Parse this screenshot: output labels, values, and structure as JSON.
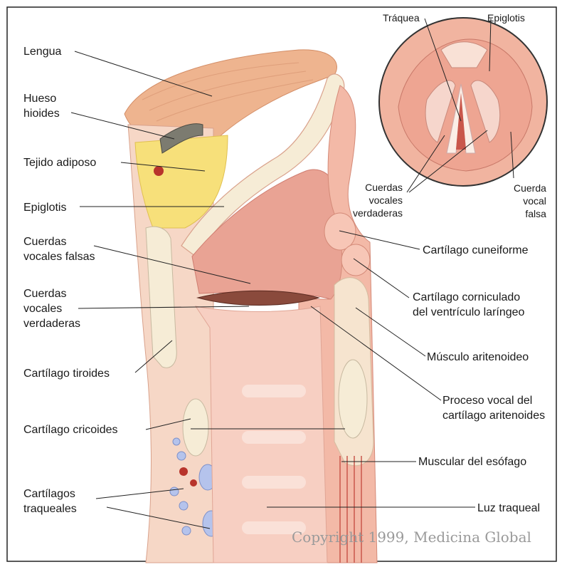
{
  "labels_left": {
    "lengua": "Lengua",
    "hueso_hioides": "Hueso\nhioides",
    "tejido_adiposo": "Tejido adiposo",
    "epiglotis": "Epiglotis",
    "cuerdas_falsas": "Cuerdas\nvocales falsas",
    "cuerdas_verdaderas": "Cuerdas\nvocales\nverdaderas",
    "cartilago_tiroides": "Cartílago tiroides",
    "cartilago_cricoides": "Cartílago cricoides",
    "cartilagos_traqueales": "Cartílagos\ntraqueales"
  },
  "labels_right": {
    "cartilago_cuneiforme": "Cartílago cuneiforme",
    "cartilago_corniculado": "Cartílago corniculado\ndel ventrículo laríngeo",
    "musculo_aritenoideo": "Músculo aritenoideo",
    "proceso_vocal": "Proceso vocal del\ncartílago aritenoides",
    "muscular_esofago": "Muscular del esófago",
    "luz_traqueal": "Luz traqueal"
  },
  "inset_labels": {
    "traquea": "Tráquea",
    "epiglotis": "Epiglotis",
    "cuerdas_verdaderas": "Cuerdas\nvocales\nverdaderas",
    "cuerda_falsa": "Cuerda\nvocal\nfalsa"
  },
  "copyright": "Copyright 1999, Medicina Global",
  "colors": {
    "border": "#222222",
    "tissue_pink": "#f2b8a8",
    "tissue_dark": "#d9776a",
    "fat_yellow": "#f8e27a",
    "cartilage_cream": "#f6ecd6",
    "tongue": "#eaa680",
    "lumen": "#f7cabd",
    "blue_cartilage": "#aebde8"
  }
}
